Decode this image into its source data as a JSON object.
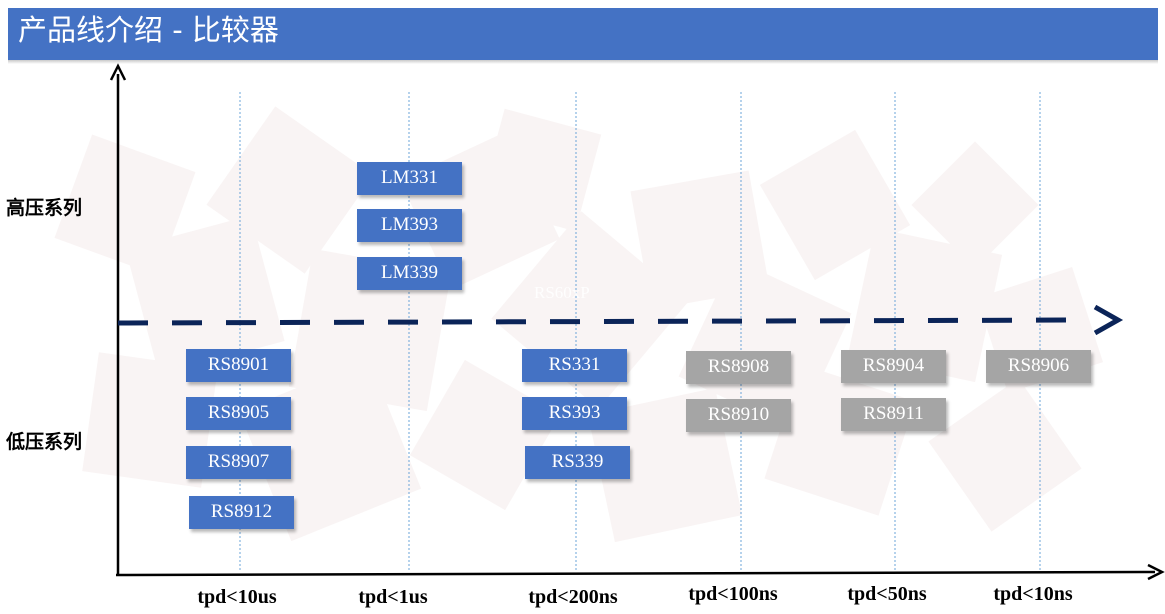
{
  "header": {
    "title": "产品线介绍 - 比较器"
  },
  "rows": {
    "high_voltage": "高压系列",
    "low_voltage": "低压系列"
  },
  "axis": {
    "ticks": [
      "tpd<10us",
      "tpd<1us",
      "tpd<200ns",
      "tpd<100ns",
      "tpd<50ns",
      "tpd<10ns"
    ]
  },
  "high_voltage_products": [
    "LM331",
    "LM393",
    "LM339"
  ],
  "low_voltage_products": {
    "tpd_10us": [
      "RS8901",
      "RS8905",
      "RS8907",
      "RS8912"
    ],
    "tpd_200ns": [
      "RS331",
      "RS393",
      "RS339"
    ],
    "tpd_100ns": [
      "RS8908",
      "RS8910"
    ],
    "tpd_50ns": [
      "RS8904",
      "RS8911"
    ],
    "tpd_10ns": [
      "RS8906"
    ]
  },
  "faint_text": "RS60xP",
  "colors": {
    "header": "#4472c4",
    "chip_available": "#4472c4",
    "chip_planned": "#a5a5a5",
    "divider_arrow": "#0b2458",
    "gridline": "#5b9bd5"
  }
}
